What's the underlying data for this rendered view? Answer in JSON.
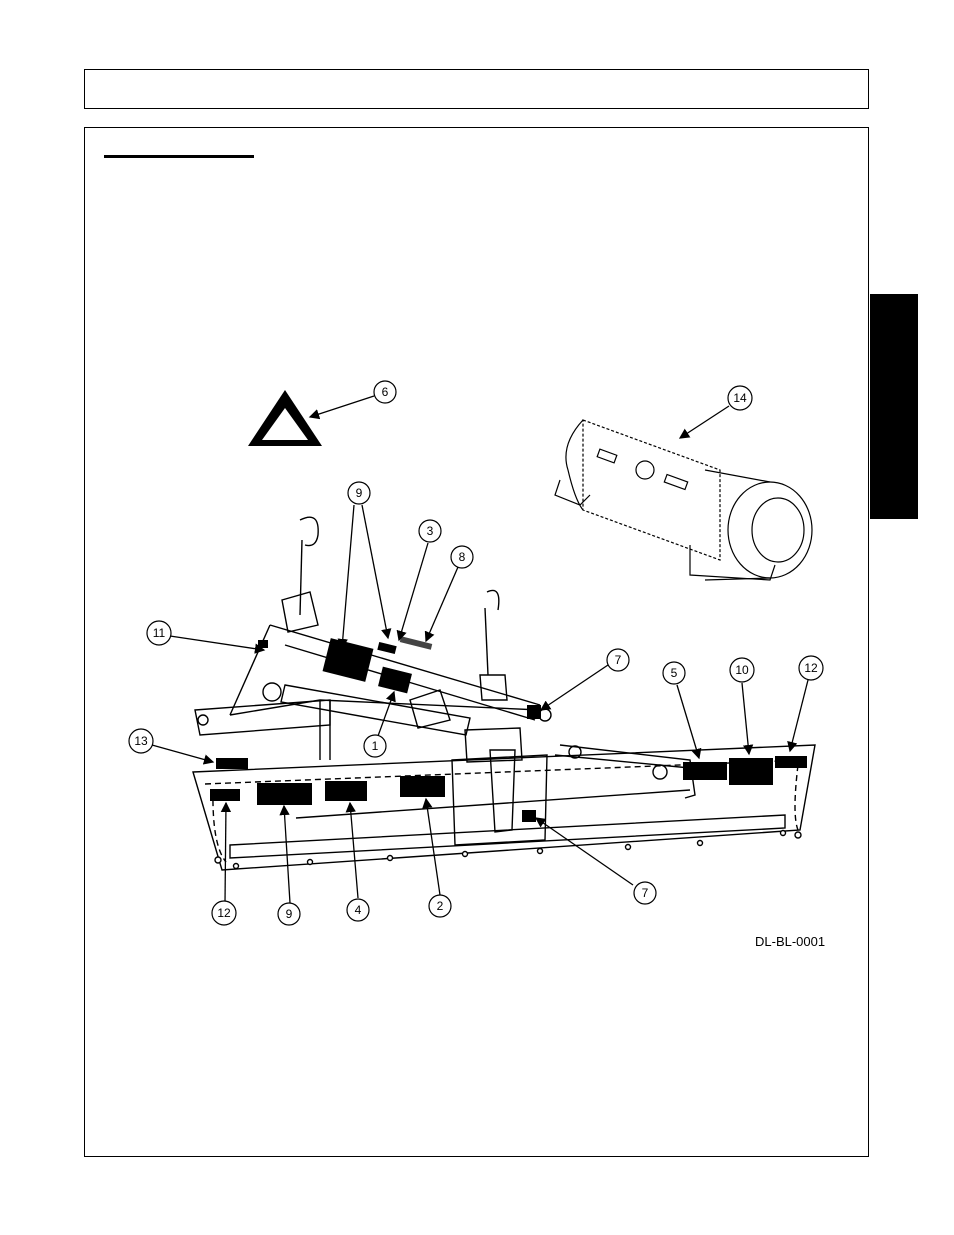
{
  "figure": {
    "drawing_code": "DL-BL-0001",
    "callouts": {
      "c1": "1",
      "c2": "2",
      "c3": "3",
      "c4": "4",
      "c5": "5",
      "c6": "6",
      "c7a": "7",
      "c7b": "7",
      "c8": "8",
      "c9a": "9",
      "c9b": "9",
      "c10": "10",
      "c11": "11",
      "c12a": "12",
      "c12b": "12",
      "c13": "13",
      "c14": "14"
    }
  }
}
